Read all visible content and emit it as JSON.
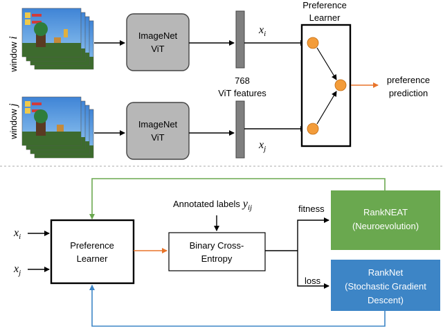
{
  "top": {
    "window_i_label": "window",
    "window_i_sub": "i",
    "window_j_label": "window",
    "window_j_sub": "j",
    "vit_label_line1": "ImageNet",
    "vit_label_line2": "ViT",
    "features_line1": "768",
    "features_line2": "ViT features",
    "xi_main": "x",
    "xi_sub": "i",
    "xj_main": "x",
    "xj_sub": "j",
    "learner_line1": "Preference",
    "learner_line2": "Learner",
    "prediction_line1": "preference",
    "prediction_line2": "prediction"
  },
  "bottom": {
    "xi_main": "x",
    "xi_sub": "i",
    "xj_main": "x",
    "xj_sub": "j",
    "learner_line1": "Preference",
    "learner_line2": "Learner",
    "annotated_label": "Annotated labels",
    "yij_main": "y",
    "yij_sub": "ij",
    "bce_line1": "Binary Cross-",
    "bce_line2": "Entropy",
    "fitness_label": "fitness",
    "loss_label": "loss",
    "rankneat_line1": "RankNEAT",
    "rankneat_line2": "(Neuroevolution)",
    "ranknet_line1": "RankNet",
    "ranknet_line2": "(Stochastic Gradient",
    "ranknet_line3": "Descent)"
  },
  "colors": {
    "green": "#6aa84f",
    "blue": "#3d85c6",
    "orange": "#e8742a",
    "node": "#f39c3a",
    "gray_box": "#b7b7b7",
    "feature_bar": "#7f7f7f"
  }
}
